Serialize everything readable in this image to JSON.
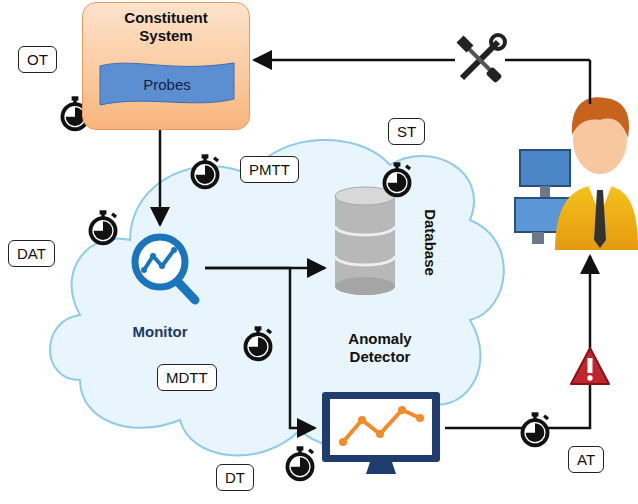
{
  "diagram": {
    "nodes": [
      {
        "text": [
          "Constituent System"
        ]
      },
      {
        "text": [
          "Probes"
        ],
        "in": 0
      },
      {
        "text": [
          "OT"
        ]
      },
      {
        "text": [
          "PMTT"
        ]
      },
      {
        "text": [
          "ST"
        ]
      },
      {
        "text": [
          "DAT"
        ]
      },
      {
        "text": [
          "Monitor"
        ]
      },
      {
        "text": [
          "Database"
        ]
      },
      {
        "text": [
          "MDTT"
        ]
      },
      {
        "text": [
          "Anomaly Detector"
        ]
      },
      {
        "text": [
          "DT"
        ]
      },
      {
        "text": [
          "AT"
        ]
      }
    ],
    "edges": [
      {
        "from": 0,
        "to": 6,
        "arrow": "to"
      },
      {
        "from": 6,
        "to": 7,
        "arrow": "to"
      },
      {
        "from": 6,
        "to": 9,
        "arrow": "to"
      }
    ]
  }
}
